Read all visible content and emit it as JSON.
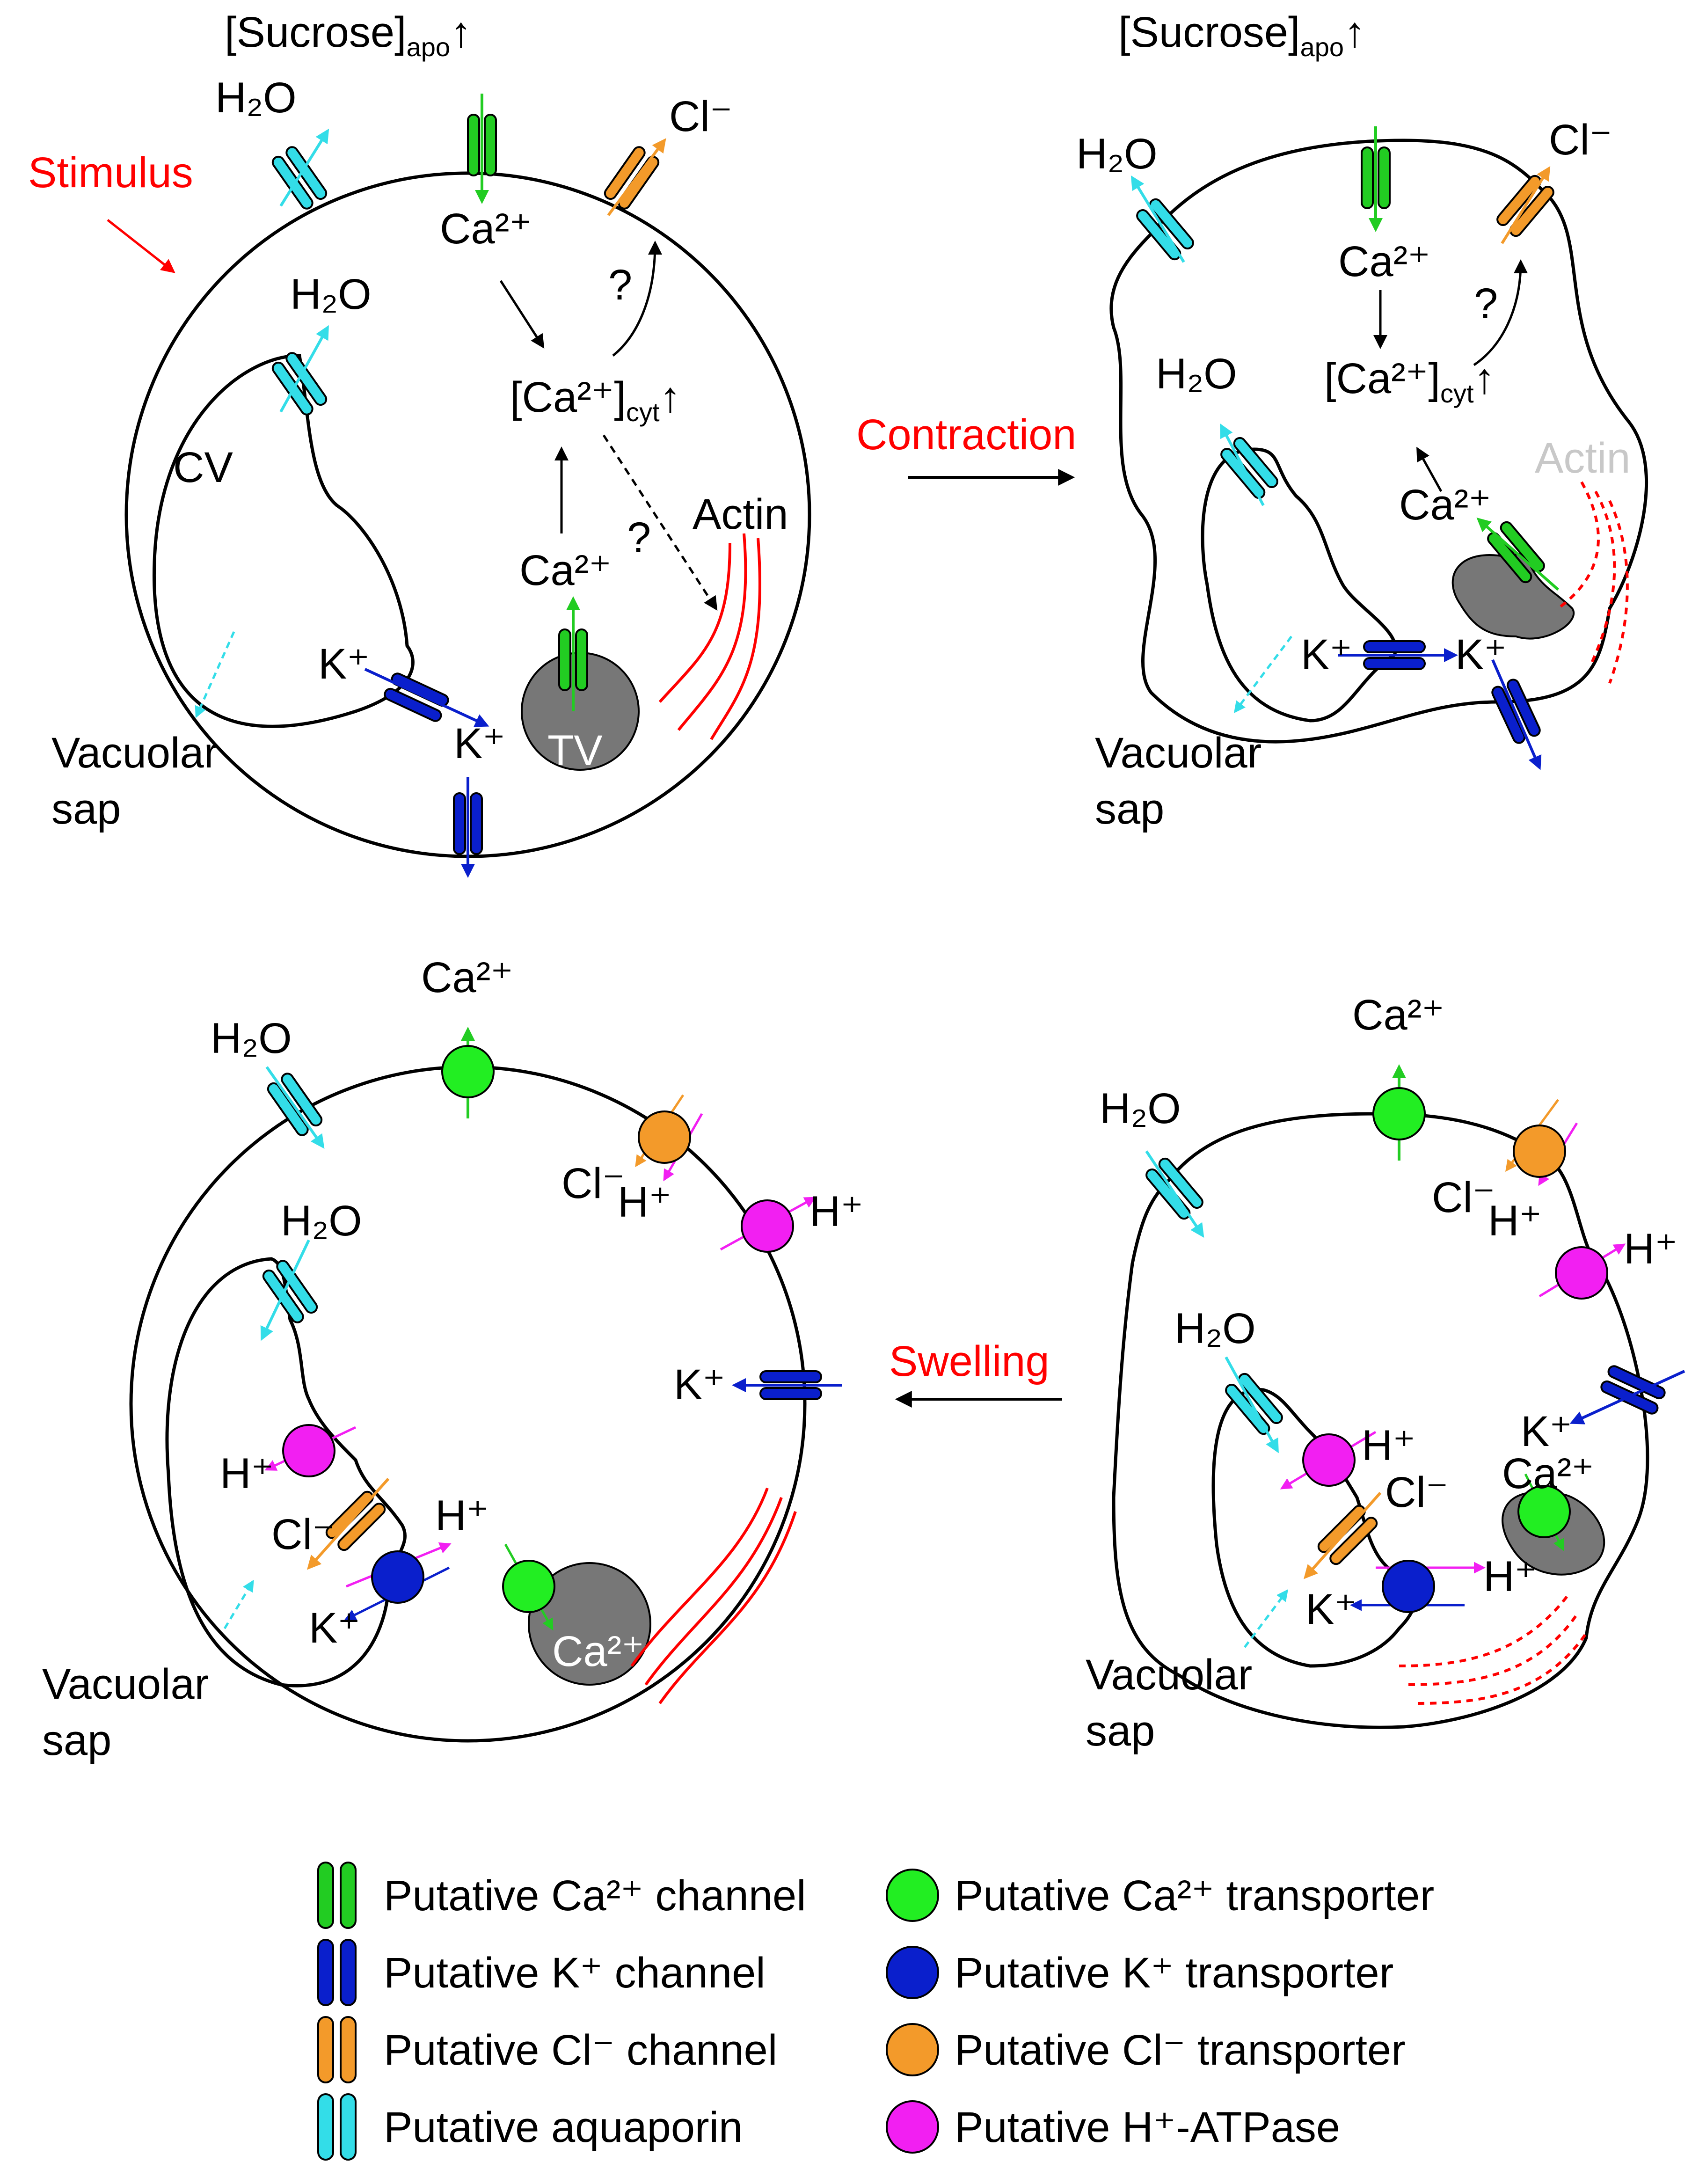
{
  "colors": {
    "calcium": "#22cc22",
    "potassium": "#0a1fcc",
    "chloride": "#f39a2a",
    "water": "#33dde8",
    "proton": "#f21ff2",
    "stimulus": "#ff0000",
    "vacuole": "#777777"
  },
  "panels": {
    "p1": {
      "sucrose": "[Sucrose]",
      "sucrose_sub": "apo",
      "stimulus": "Stimulus",
      "h2o_a": "H₂O",
      "h2o_b": "H₂O",
      "cl": "Cl⁻",
      "ca_top": "Ca²⁺",
      "ca_cyt": "[Ca²⁺]",
      "cyt_sub": "cyt",
      "q1": "?",
      "q2": "?",
      "cv": "CV",
      "ca_bottom": "Ca²⁺",
      "actin": "Actin",
      "k1": "K⁺",
      "k2": "K⁺",
      "tv": "TV",
      "vac1": "Vacuolar",
      "vac2": "sap"
    },
    "p2": {
      "sucrose": "[Sucrose]",
      "sucrose_sub": "apo",
      "h2o_a": "H₂O",
      "h2o_b": "H₂O",
      "cl": "Cl⁻",
      "ca_top": "Ca²⁺",
      "ca_cyt": "[Ca²⁺]",
      "cyt_sub": "cyt",
      "q1": "?",
      "ca_bottom": "Ca²⁺",
      "actin": "Actin",
      "k1": "K⁺",
      "k2": "K⁺",
      "vac1": "Vacuolar",
      "vac2": "sap"
    },
    "p3": {
      "ca_top": "Ca²⁺",
      "h2o_a": "H₂O",
      "h2o_b": "H₂O",
      "cl_out": "Cl⁻",
      "h_out": "H⁺",
      "h_pump": "H⁺",
      "k_out": "K⁺",
      "h_cv": "H⁺",
      "cl_cv": "Cl⁻",
      "h_cv2": "H⁺",
      "k_cv": "K⁺",
      "ca_tv": "Ca²⁺",
      "vac1": "Vacuolar",
      "vac2": "sap"
    },
    "p4": {
      "ca_top": "Ca²⁺",
      "h2o_a": "H₂O",
      "h2o_b": "H₂O",
      "cl_out": "Cl⁻",
      "h_out": "H⁺",
      "h_pump": "H⁺",
      "k_out": "K⁺",
      "ca_vac": "Ca²⁺",
      "h_cv": "H⁺",
      "cl_cv": "Cl⁻",
      "h_cv2": "H⁺",
      "k_cv": "K⁺",
      "vac1": "Vacuolar",
      "vac2": "sap"
    }
  },
  "transitions": {
    "contraction": "Contraction",
    "swelling": "Swelling"
  },
  "legend": {
    "items": [
      "Putative Ca²⁺ channel",
      "Putative K⁺ channel",
      "Putative Cl⁻ channel",
      "Putative aquaporin",
      "Putative Ca²⁺ transporter",
      "Putative K⁺ transporter",
      "Putative Cl⁻ transporter",
      "Putative H⁺-ATPase"
    ]
  }
}
